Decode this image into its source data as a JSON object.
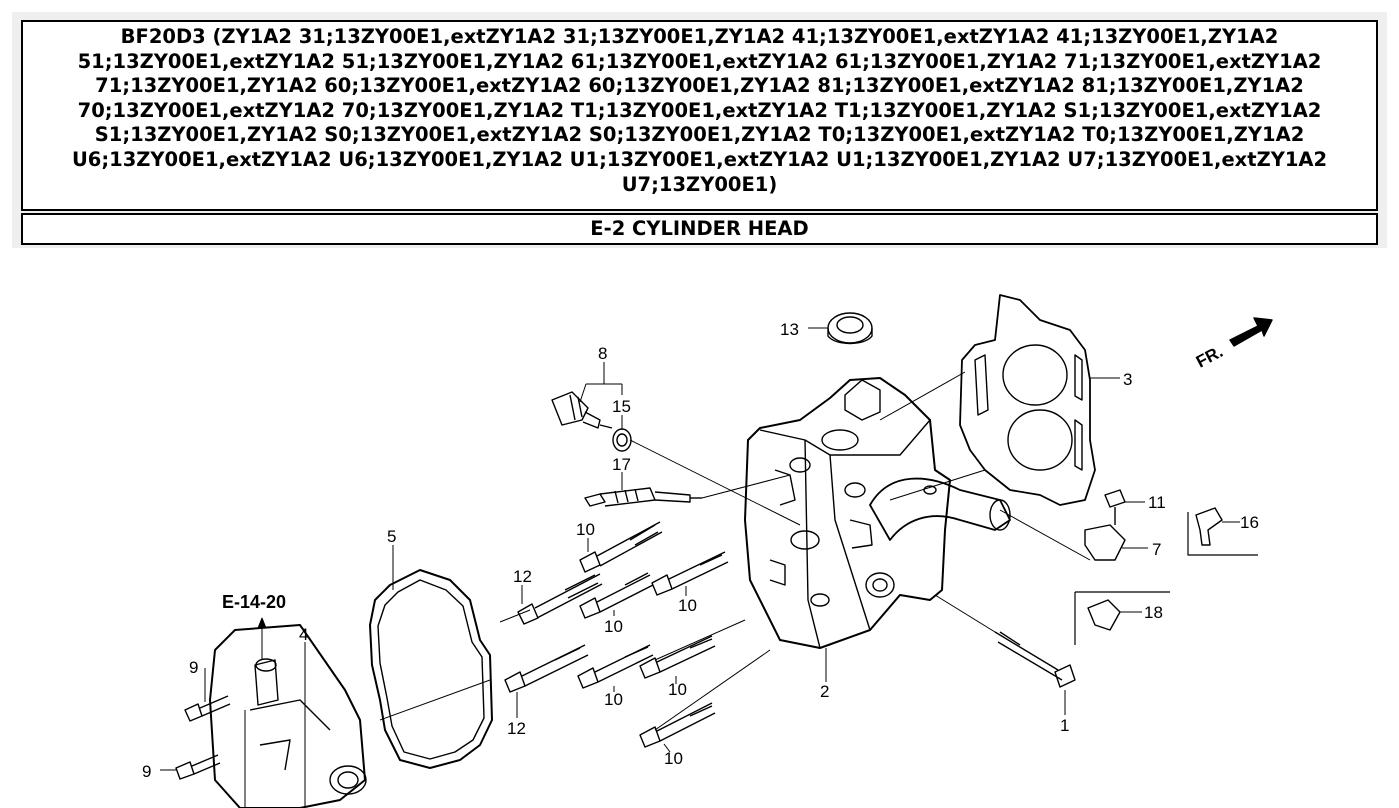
{
  "header": {
    "model_line": "BF20D3 (ZY1A2 31;13ZY00E1,extZY1A2 31;13ZY00E1,ZY1A2 41;13ZY00E1,extZY1A2 41;13ZY00E1,ZY1A2 51;13ZY00E1,extZY1A2 51;13ZY00E1,ZY1A2 61;13ZY00E1,extZY1A2 61;13ZY00E1,ZY1A2 71;13ZY00E1,extZY1A2 71;13ZY00E1,ZY1A2 60;13ZY00E1,extZY1A2 60;13ZY00E1,ZY1A2 81;13ZY00E1,extZY1A2 81;13ZY00E1,ZY1A2 70;13ZY00E1,extZY1A2 70;13ZY00E1,ZY1A2 T1;13ZY00E1,extZY1A2 T1;13ZY00E1,ZY1A2 S1;13ZY00E1,extZY1A2 S1;13ZY00E1,ZY1A2 S0;13ZY00E1,extZY1A2 S0;13ZY00E1,ZY1A2 T0;13ZY00E1,extZY1A2 T0;13ZY00E1,ZY1A2 U6;13ZY00E1,extZY1A2 U6;13ZY00E1,ZY1A2 U1;13ZY00E1,extZY1A2 U1;13ZY00E1,ZY1A2 U7;13ZY00E1,extZY1A2 U7;13ZY00E1)",
    "section_title": "E-2 CYLINDER HEAD"
  },
  "diagram": {
    "reference": "E-14-20",
    "direction_label": "FR.",
    "callouts": {
      "c1": "1",
      "c2": "2",
      "c3": "3",
      "c4": "4",
      "c5": "5",
      "c7": "7",
      "c8": "8",
      "c9a": "9",
      "c9b": "9",
      "c10a": "10",
      "c10b": "10",
      "c10c": "10",
      "c10d": "10",
      "c10e": "10",
      "c10f": "10",
      "c11": "11",
      "c12a": "12",
      "c12b": "12",
      "c13": "13",
      "c15": "15",
      "c16": "16",
      "c17": "17",
      "c18": "18"
    }
  }
}
